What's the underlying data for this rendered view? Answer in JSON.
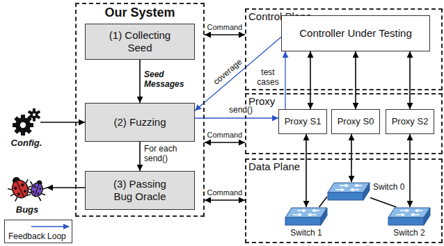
{
  "diagram": {
    "nodes": [
      {
        "text": [
          "Our System"
        ]
      },
      {
        "text": [
          "(1) Collecting Seed"
        ],
        "in": 0
      },
      {
        "text": [
          "(2) Fuzzing"
        ],
        "in": 0
      },
      {
        "text": [
          "(3) Passing Bug Oracle"
        ],
        "in": 0
      },
      {
        "text": [
          "Control Plane"
        ]
      },
      {
        "text": [
          "Controller Under Testing"
        ],
        "in": 4
      },
      {
        "text": [
          "Proxy"
        ]
      },
      {
        "text": [
          "Proxy S1"
        ],
        "in": 6
      },
      {
        "text": [
          "Proxy S0"
        ],
        "in": 6
      },
      {
        "text": [
          "Proxy S2"
        ],
        "in": 6
      },
      {
        "text": [
          "Data Plane"
        ]
      },
      {
        "text": [
          "Switch 0"
        ],
        "in": 10
      },
      {
        "text": [
          "Switch 1"
        ],
        "in": 10
      },
      {
        "text": [
          "Switch 2"
        ],
        "in": 10
      },
      {
        "text": [
          "Config."
        ]
      },
      {
        "text": [
          "Bugs"
        ]
      }
    ],
    "edges": [
      {
        "from": 1,
        "to": 2,
        "arrow": "to",
        "label": "Seed Messages"
      },
      {
        "from": 2,
        "to": 3,
        "arrow": "to",
        "label": "For each send()"
      },
      {
        "from": 3,
        "to": 15,
        "arrow": "to"
      },
      {
        "from": 14,
        "to": 2,
        "arrow": "to"
      },
      {
        "from": 0,
        "to": 4,
        "arrow": "both",
        "label": "Command"
      },
      {
        "from": 0,
        "to": 6,
        "arrow": "both",
        "label": "Command"
      },
      {
        "from": 0,
        "to": 10,
        "arrow": "both",
        "label": "Command"
      },
      {
        "from": 5,
        "to": 7,
        "arrow": "both"
      },
      {
        "from": 5,
        "to": 8,
        "arrow": "both"
      },
      {
        "from": 5,
        "to": 9,
        "arrow": "both"
      },
      {
        "from": 7,
        "to": 12,
        "arrow": "both"
      },
      {
        "from": 8,
        "to": 11,
        "arrow": "both"
      },
      {
        "from": 9,
        "to": 13,
        "arrow": "both"
      },
      {
        "from": 11,
        "to": 12,
        "arrow": "none"
      },
      {
        "from": 11,
        "to": 13,
        "arrow": "none"
      },
      {
        "from": 5,
        "to": 2,
        "arrow": "to",
        "label": "coverage"
      },
      {
        "from": 2,
        "to": 7,
        "arrow": "to",
        "label": "send()"
      },
      {
        "from": 7,
        "to": 5,
        "arrow": "to",
        "label": "test cases"
      }
    ],
    "legend": [
      {
        "text": "Feedback Loop"
      }
    ]
  }
}
